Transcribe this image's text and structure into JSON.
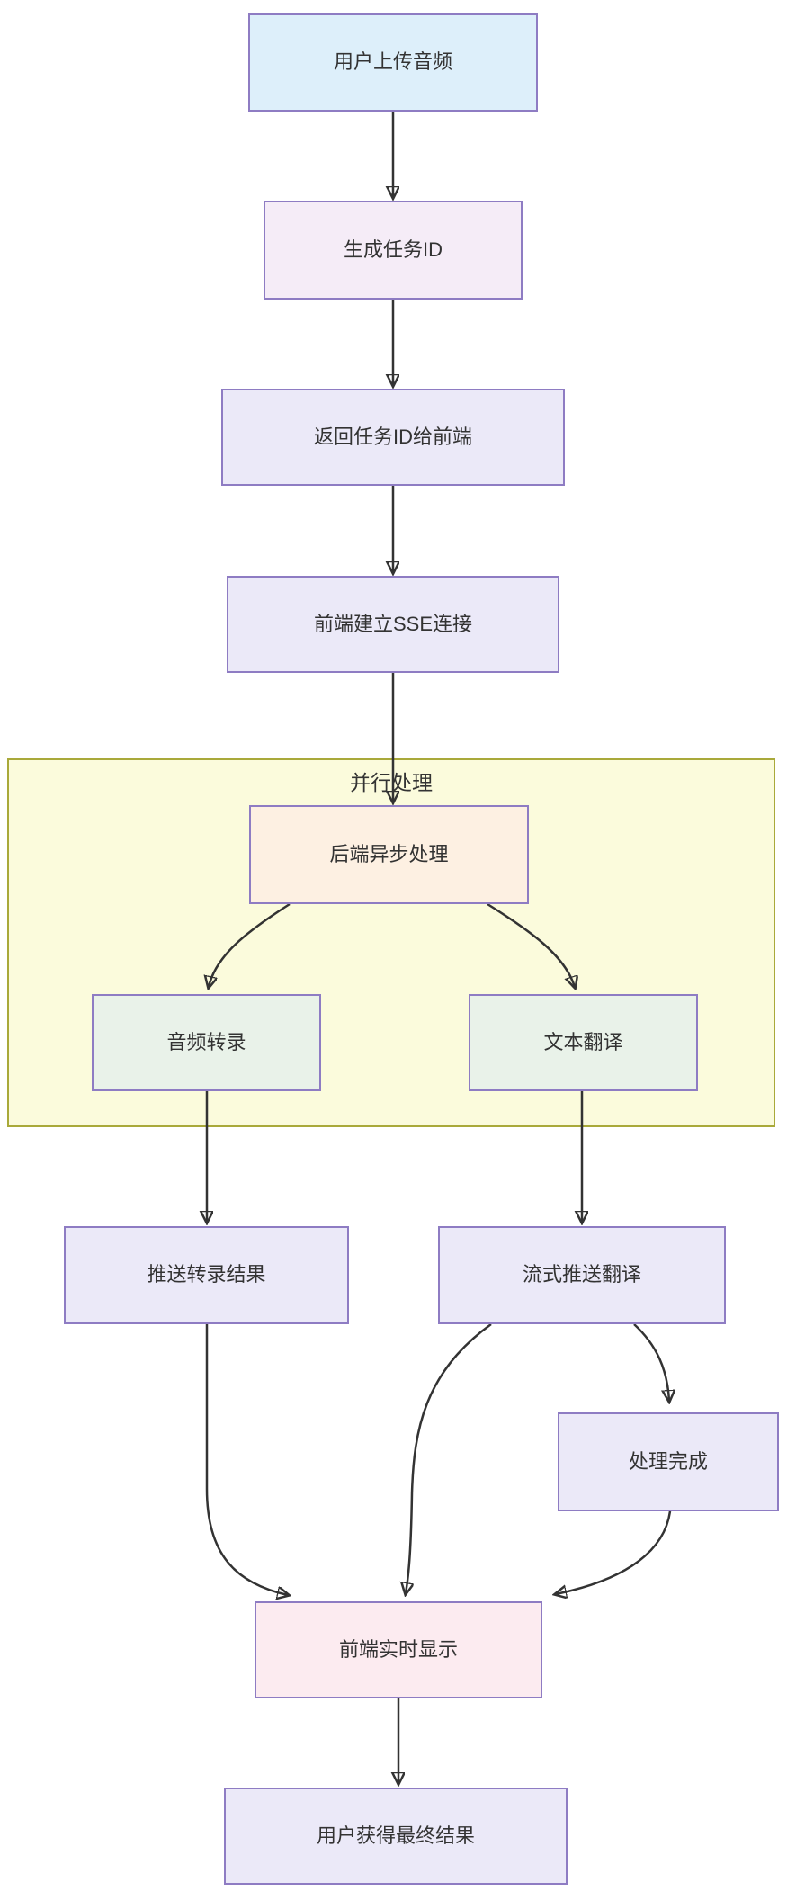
{
  "diagram": {
    "type": "flowchart",
    "direction": "top-down",
    "cluster": {
      "label": "并行处理",
      "fill": "#fbfbdc",
      "border": "#a9a93a",
      "contains": [
        "backend_async",
        "audio_transcribe",
        "text_translate"
      ]
    },
    "nodes": {
      "user_upload": {
        "label": "用户上传音频",
        "fill": "#ddeffa"
      },
      "gen_task_id": {
        "label": "生成任务ID",
        "fill": "#f5ecf7"
      },
      "return_task_id": {
        "label": "返回任务ID给前端",
        "fill": "#ebe9f8"
      },
      "sse_connect": {
        "label": "前端建立SSE连接",
        "fill": "#ebe9f8"
      },
      "backend_async": {
        "label": "后端异步处理",
        "fill": "#fdf0e2"
      },
      "audio_transcribe": {
        "label": "音频转录",
        "fill": "#e9f2e9"
      },
      "text_translate": {
        "label": "文本翻译",
        "fill": "#e9f2e9"
      },
      "push_transcribe": {
        "label": "推送转录结果",
        "fill": "#ebe9f8"
      },
      "stream_translate": {
        "label": "流式推送翻译",
        "fill": "#ebe9f8"
      },
      "complete": {
        "label": "处理完成",
        "fill": "#ebe9f8"
      },
      "realtime_display": {
        "label": "前端实时显示",
        "fill": "#fcebf0"
      },
      "final_result": {
        "label": "用户获得最终结果",
        "fill": "#ebe9f8"
      }
    },
    "edges": [
      {
        "from": "user_upload",
        "to": "gen_task_id"
      },
      {
        "from": "gen_task_id",
        "to": "return_task_id"
      },
      {
        "from": "return_task_id",
        "to": "sse_connect"
      },
      {
        "from": "sse_connect",
        "to": "backend_async"
      },
      {
        "from": "backend_async",
        "to": "audio_transcribe"
      },
      {
        "from": "backend_async",
        "to": "text_translate"
      },
      {
        "from": "audio_transcribe",
        "to": "push_transcribe"
      },
      {
        "from": "text_translate",
        "to": "stream_translate"
      },
      {
        "from": "push_transcribe",
        "to": "realtime_display"
      },
      {
        "from": "stream_translate",
        "to": "realtime_display"
      },
      {
        "from": "stream_translate",
        "to": "complete"
      },
      {
        "from": "complete",
        "to": "realtime_display"
      },
      {
        "from": "realtime_display",
        "to": "final_result"
      }
    ],
    "colors": {
      "node_border": "#8e7cc3",
      "edge_stroke": "#333333",
      "text": "#333333",
      "background": "#ffffff"
    }
  }
}
